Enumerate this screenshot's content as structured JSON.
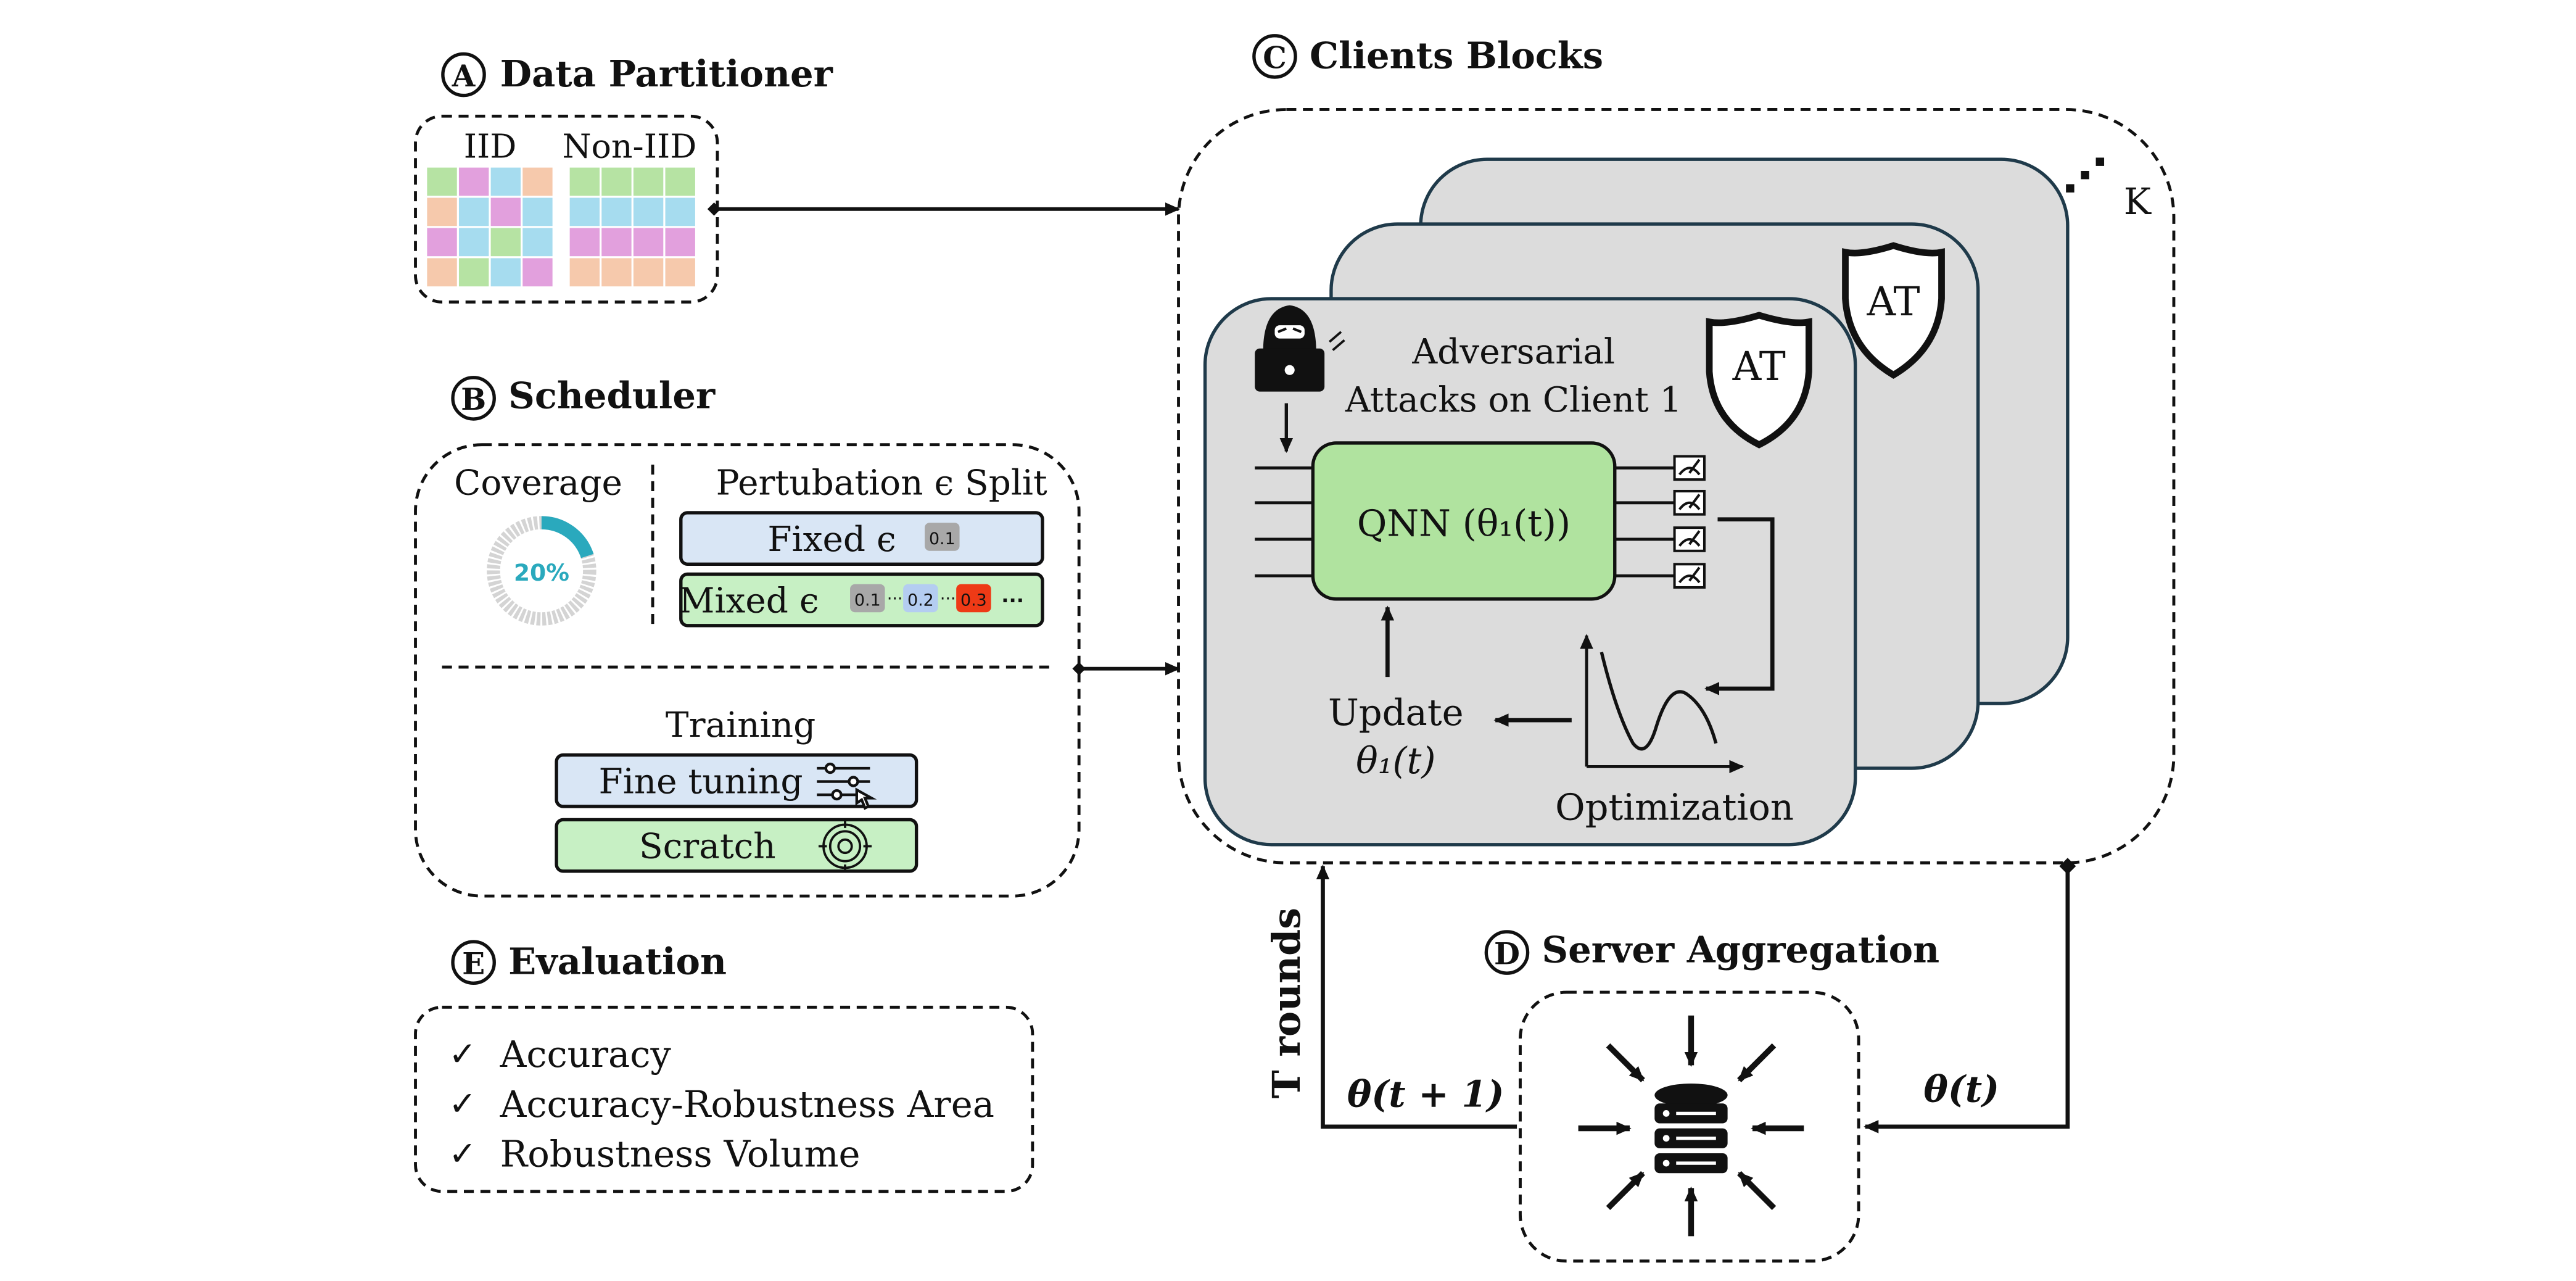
{
  "colors": {
    "green": "#b6e3a3",
    "pink": "#e2a0dd",
    "blue": "#a6dcef",
    "orange": "#f6c9ac",
    "light_blue_box": "#d9e6f5",
    "light_green_box": "#c7f0c4",
    "qnn_green": "#b0e39f",
    "client_gray": "#dcdcdc",
    "client_border": "#1f3a4a",
    "donut_fill": "#2aa9bd",
    "donut_track": "#d4d4d4",
    "eps_gray": "#a8a8a8",
    "eps_blue": "#b4cdf1",
    "eps_red": "#ee3a16"
  },
  "partitioner": {
    "letter": "A",
    "title": "Data Partitioner",
    "iid_label": "IID",
    "noniid_label": "Non-IID",
    "iid_grid": [
      [
        "green",
        "pink",
        "blue",
        "orange"
      ],
      [
        "orange",
        "blue",
        "pink",
        "blue"
      ],
      [
        "pink",
        "blue",
        "green",
        "blue"
      ],
      [
        "orange",
        "green",
        "blue",
        "pink"
      ]
    ],
    "noniid_grid": [
      [
        "green",
        "green",
        "green",
        "green"
      ],
      [
        "blue",
        "blue",
        "blue",
        "blue"
      ],
      [
        "pink",
        "pink",
        "pink",
        "pink"
      ],
      [
        "orange",
        "orange",
        "orange",
        "orange"
      ]
    ]
  },
  "scheduler": {
    "letter": "B",
    "title": "Scheduler",
    "coverage_label": "Coverage",
    "coverage_value": "20%",
    "coverage_fraction": 0.2,
    "split_label": "Pertubation ϵ Split",
    "fixed_label": "Fixed ϵ",
    "fixed_value": "0.1",
    "mixed_label": "Mixed ϵ",
    "mixed_values": [
      "0.1",
      "0.2",
      "0.3"
    ],
    "ellipsis": "···",
    "training_label": "Training",
    "finetune_label": "Fine tuning",
    "scratch_label": "Scratch"
  },
  "clients": {
    "letter": "C",
    "title": "Clients Blocks",
    "k_label": "K",
    "at_label": "AT",
    "attack_line1": "Adversarial",
    "attack_line2": "Attacks on Client 1",
    "qnn_label": "QNN (θ₁(t))",
    "update_line1": "Update",
    "update_line2": "θ₁(t)",
    "optimization_label": "Optimization"
  },
  "server": {
    "letter": "D",
    "title": "Server Aggregation",
    "theta_next": "θ(t + 1)",
    "theta_t": "θ(t)",
    "rounds_label": "T rounds"
  },
  "evaluation": {
    "letter": "E",
    "title": "Evaluation",
    "check": "✓",
    "items": [
      "Accuracy",
      "Accuracy-Robustness Area",
      "Robustness Volume"
    ]
  }
}
